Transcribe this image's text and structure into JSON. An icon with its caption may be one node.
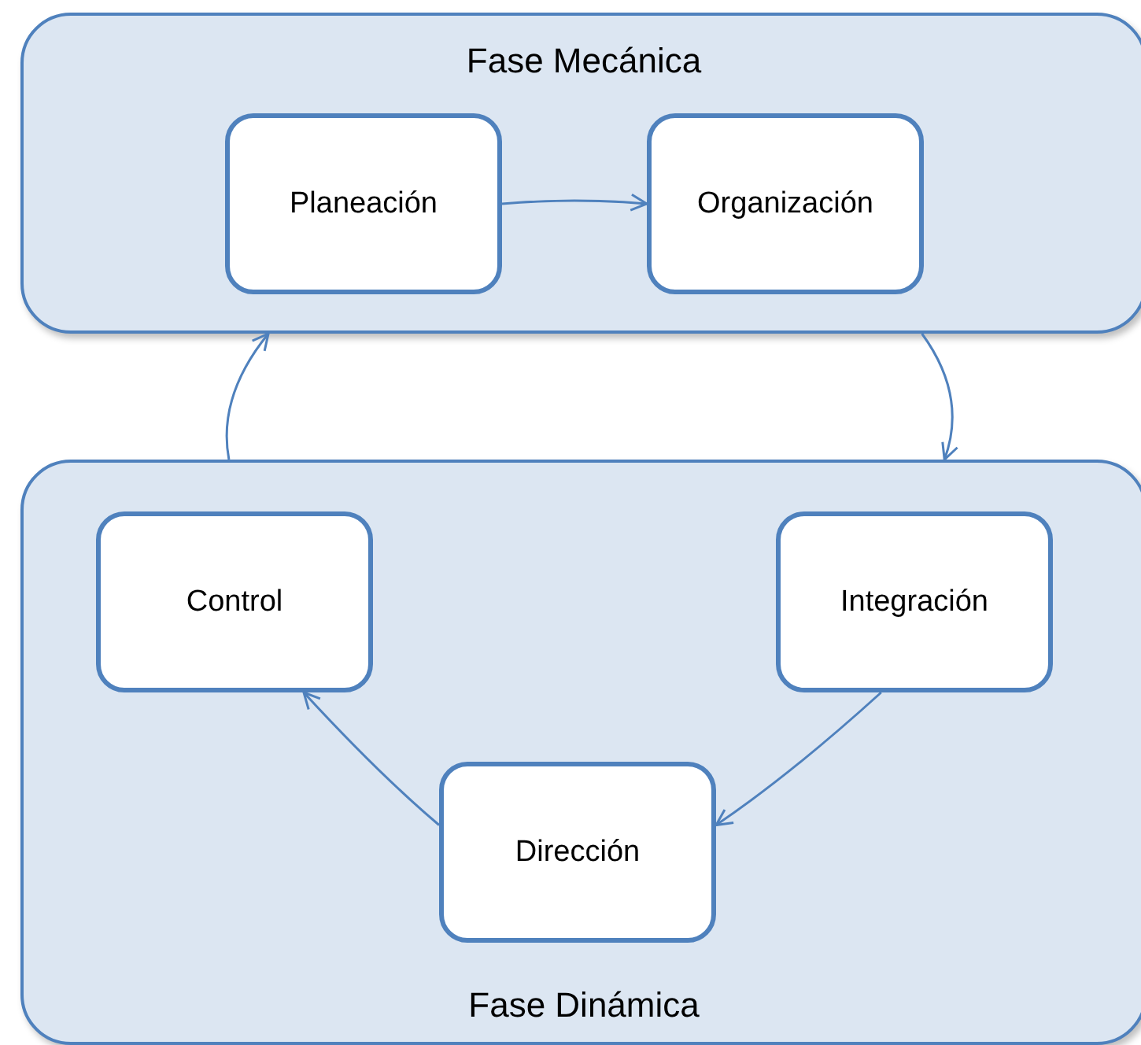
{
  "diagram": {
    "nodes": [
      {
        "text": [
          "Fase Mecánica"
        ]
      },
      {
        "text": [
          "Planeación"
        ],
        "in": 0
      },
      {
        "text": [
          "Organización"
        ],
        "in": 0
      },
      {
        "text": [
          "Fase Dinámica"
        ]
      },
      {
        "text": [
          "Control"
        ],
        "in": 3
      },
      {
        "text": [
          "Integración"
        ],
        "in": 3
      },
      {
        "text": [
          "Dirección"
        ],
        "in": 3
      }
    ],
    "edges": [
      {
        "from": 1,
        "to": 2,
        "arrow": "to"
      },
      {
        "from": 0,
        "to": 3,
        "arrow": "to"
      },
      {
        "from": 5,
        "to": 6,
        "arrow": "to"
      },
      {
        "from": 6,
        "to": 4,
        "arrow": "to"
      },
      {
        "from": 3,
        "to": 0,
        "arrow": "to"
      }
    ]
  }
}
